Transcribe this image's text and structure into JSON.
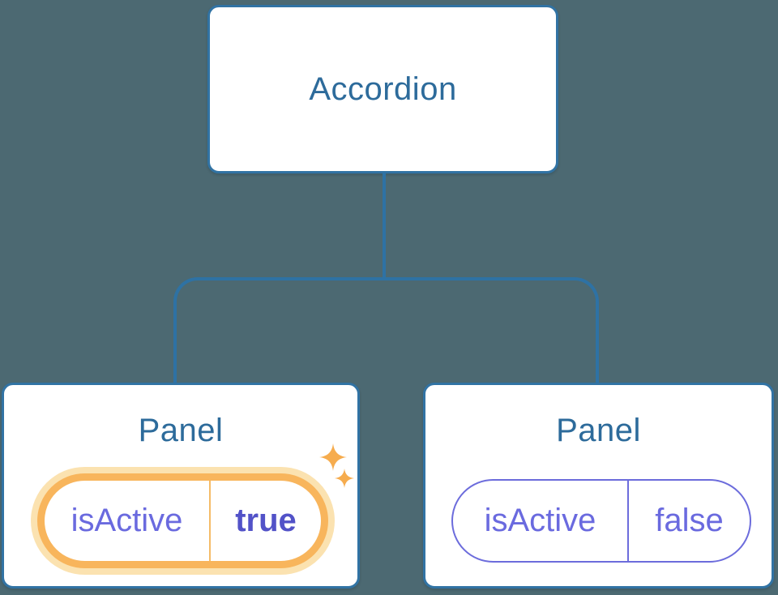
{
  "diagram": {
    "description": "React component tree: Accordion parent owning two Panel children with isActive state",
    "root": {
      "label": "Accordion"
    },
    "children": [
      {
        "label": "Panel",
        "state": {
          "key": "isActive",
          "value": "true"
        },
        "highlighted": true
      },
      {
        "label": "Panel",
        "state": {
          "key": "isActive",
          "value": "false"
        },
        "highlighted": false
      }
    ]
  },
  "icons": {
    "sparkles": "sparkles-icon (state just set highlight)"
  },
  "colors": {
    "background": "#4C6972",
    "node_fill": "#FFFFFF",
    "node_border": "#3173A4",
    "node_text": "#2D6B9B",
    "connector": "#2E72A4",
    "state_text": "#6A6ADF",
    "state_value_active": "#5252C8",
    "pill_border": "#6C6CDC",
    "highlight_ring": "#F8B55C",
    "highlight_glow": "#FBE2B0",
    "highlight_divider": "#F5BC68",
    "sparkle": "#F6AC4E"
  }
}
